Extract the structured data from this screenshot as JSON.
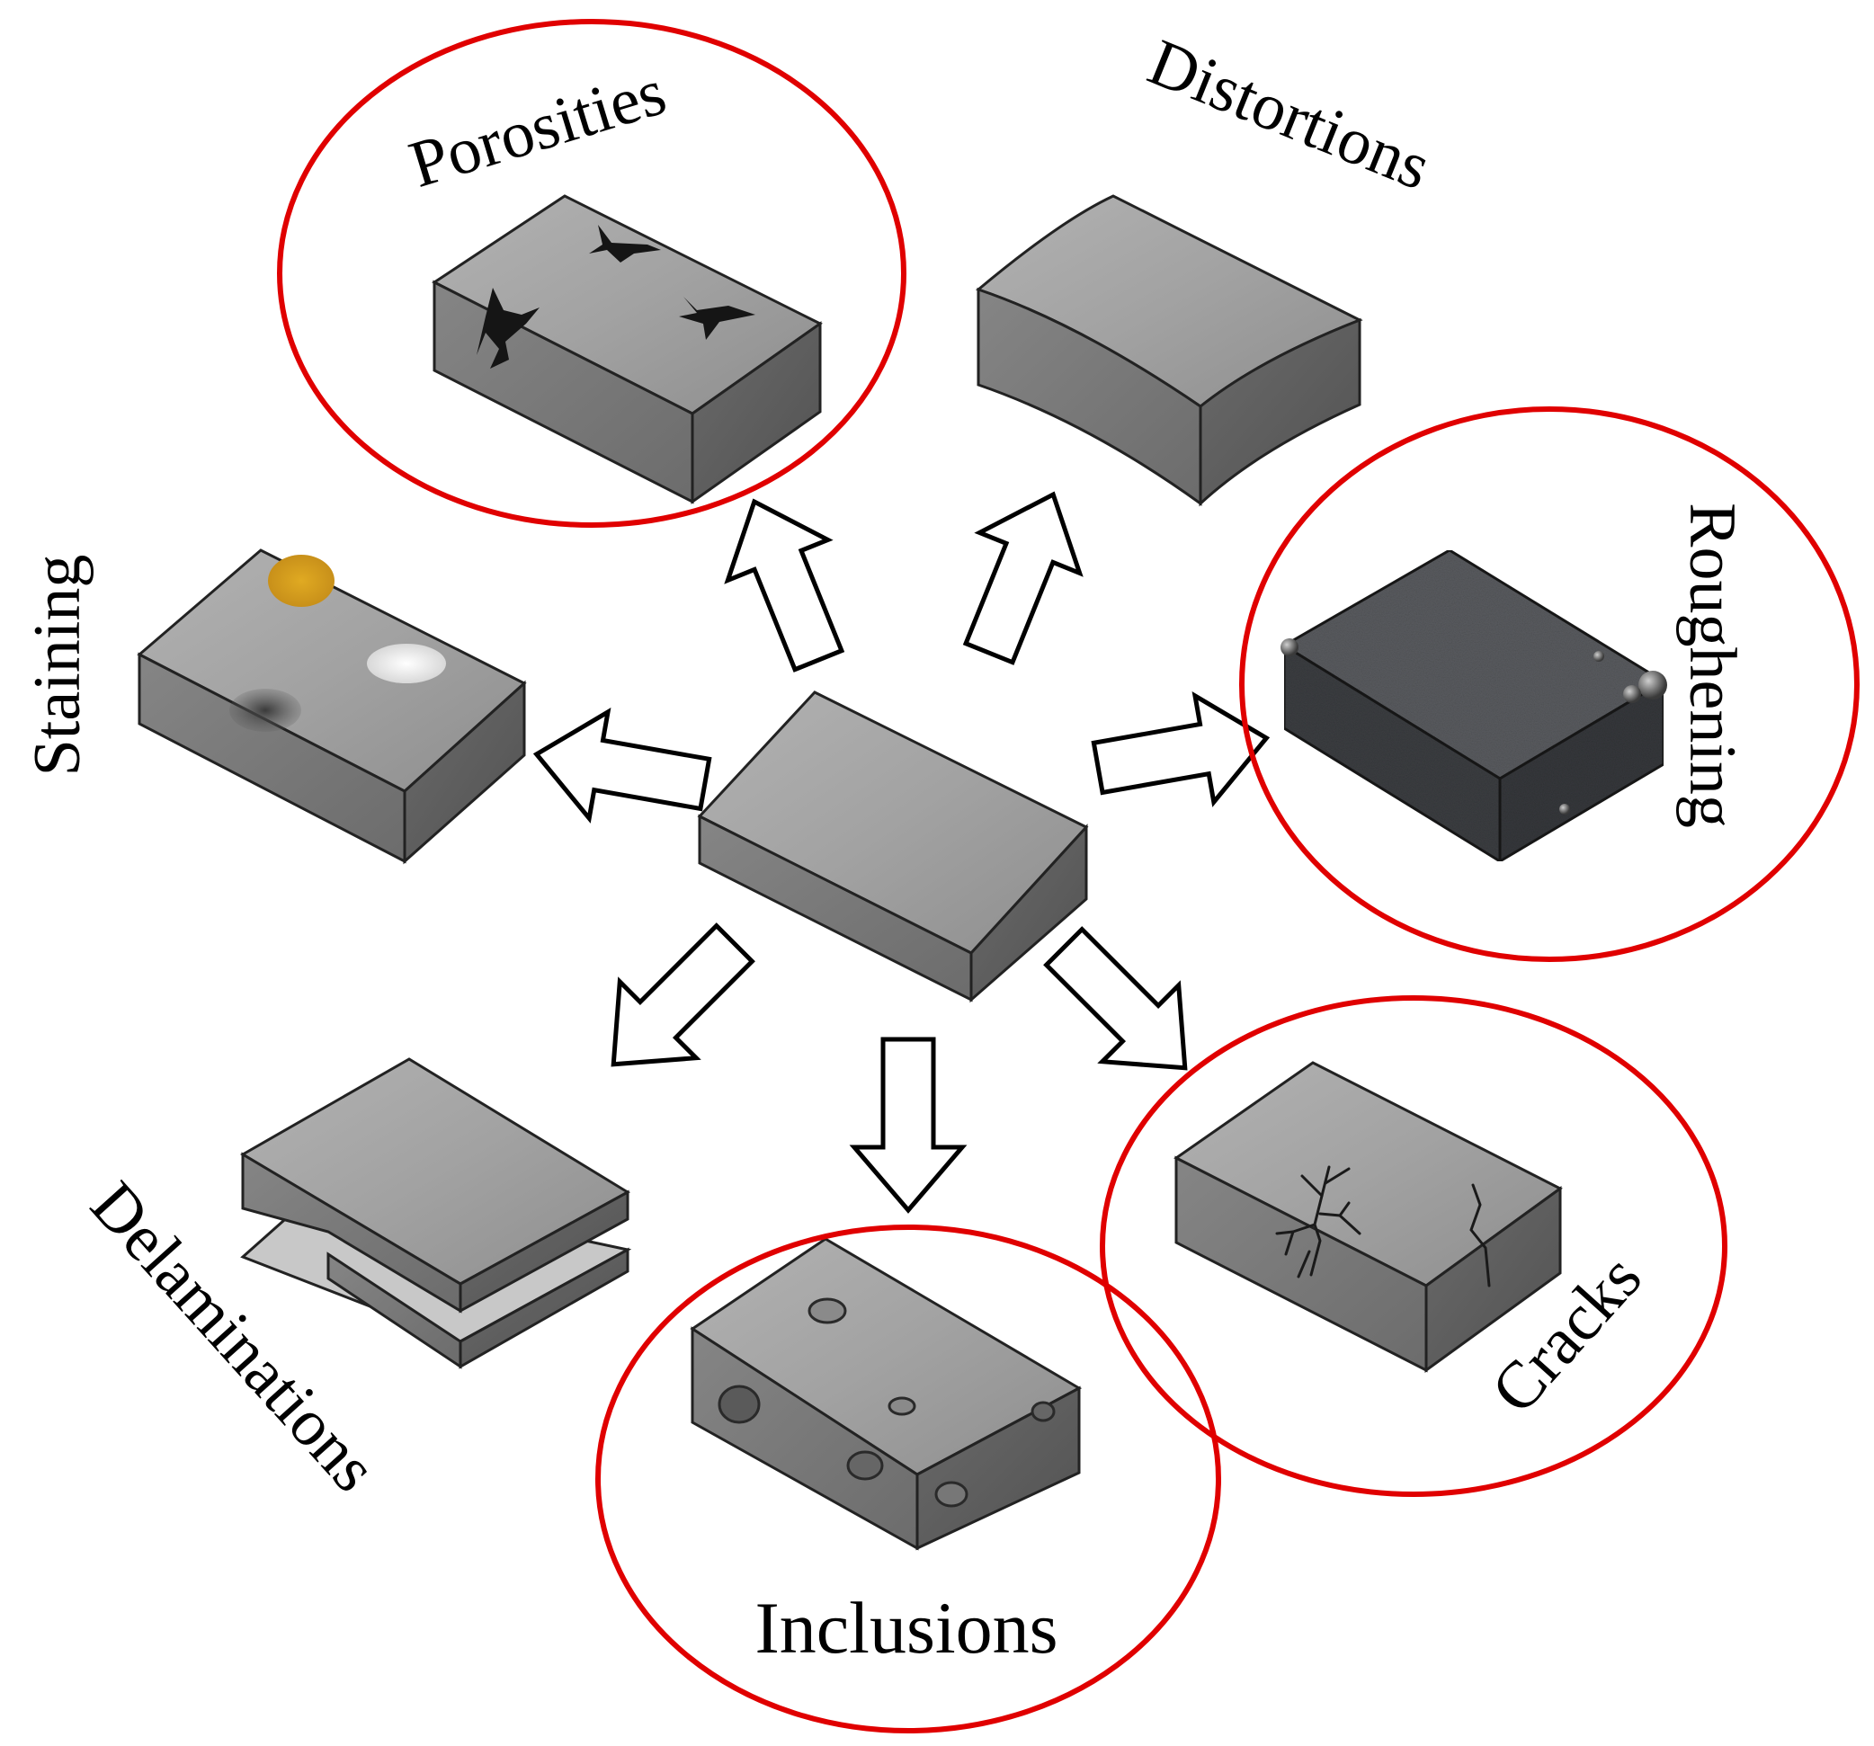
{
  "diagram": {
    "center": "pristine-block",
    "defects": [
      {
        "id": "porosities",
        "label": "Porosities",
        "highlighted": true
      },
      {
        "id": "distortions",
        "label": "Distortions",
        "highlighted": false
      },
      {
        "id": "roughening",
        "label": "Roughening",
        "highlighted": true
      },
      {
        "id": "cracks",
        "label": "Cracks",
        "highlighted": true
      },
      {
        "id": "inclusions",
        "label": "Inclusions",
        "highlighted": true
      },
      {
        "id": "delaminations",
        "label": "Delaminations",
        "highlighted": false
      },
      {
        "id": "staining",
        "label": "Staining",
        "highlighted": false
      }
    ],
    "colors": {
      "highlight_ring": "#e00000",
      "block_top": "#a4a4a4",
      "block_left": "#7a7a7a",
      "block_right": "#5e5e5e",
      "stain_yellow": "#d9a21e",
      "arrow_fill": "#ffffff",
      "arrow_stroke": "#000000"
    }
  }
}
